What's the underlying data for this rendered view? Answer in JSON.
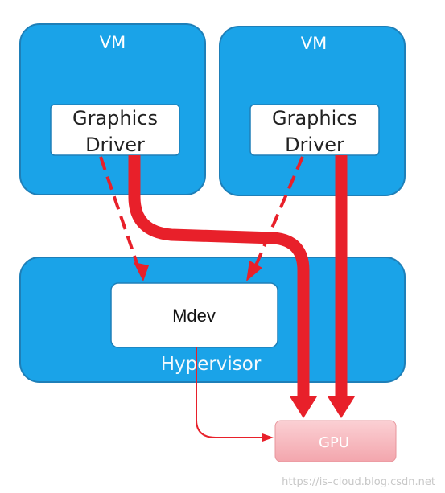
{
  "vm_left": {
    "title": "VM",
    "driver_line1": "Graphics",
    "driver_line2": "Driver"
  },
  "vm_right": {
    "title": "VM",
    "driver_line1": "Graphics",
    "driver_line2": "Driver"
  },
  "hypervisor": {
    "label": "Hypervisor",
    "mdev_label": "Mdev"
  },
  "gpu": {
    "label": "GPU"
  },
  "watermark": "https://is–cloud.blog.csdn.net",
  "colors": {
    "vm_fill": "#1aa3e8",
    "vm_stroke": "#1e7fb8",
    "box_fill": "#ffffff",
    "arrow_red": "#e8202a",
    "gpu_fill": "#f7b8be"
  }
}
